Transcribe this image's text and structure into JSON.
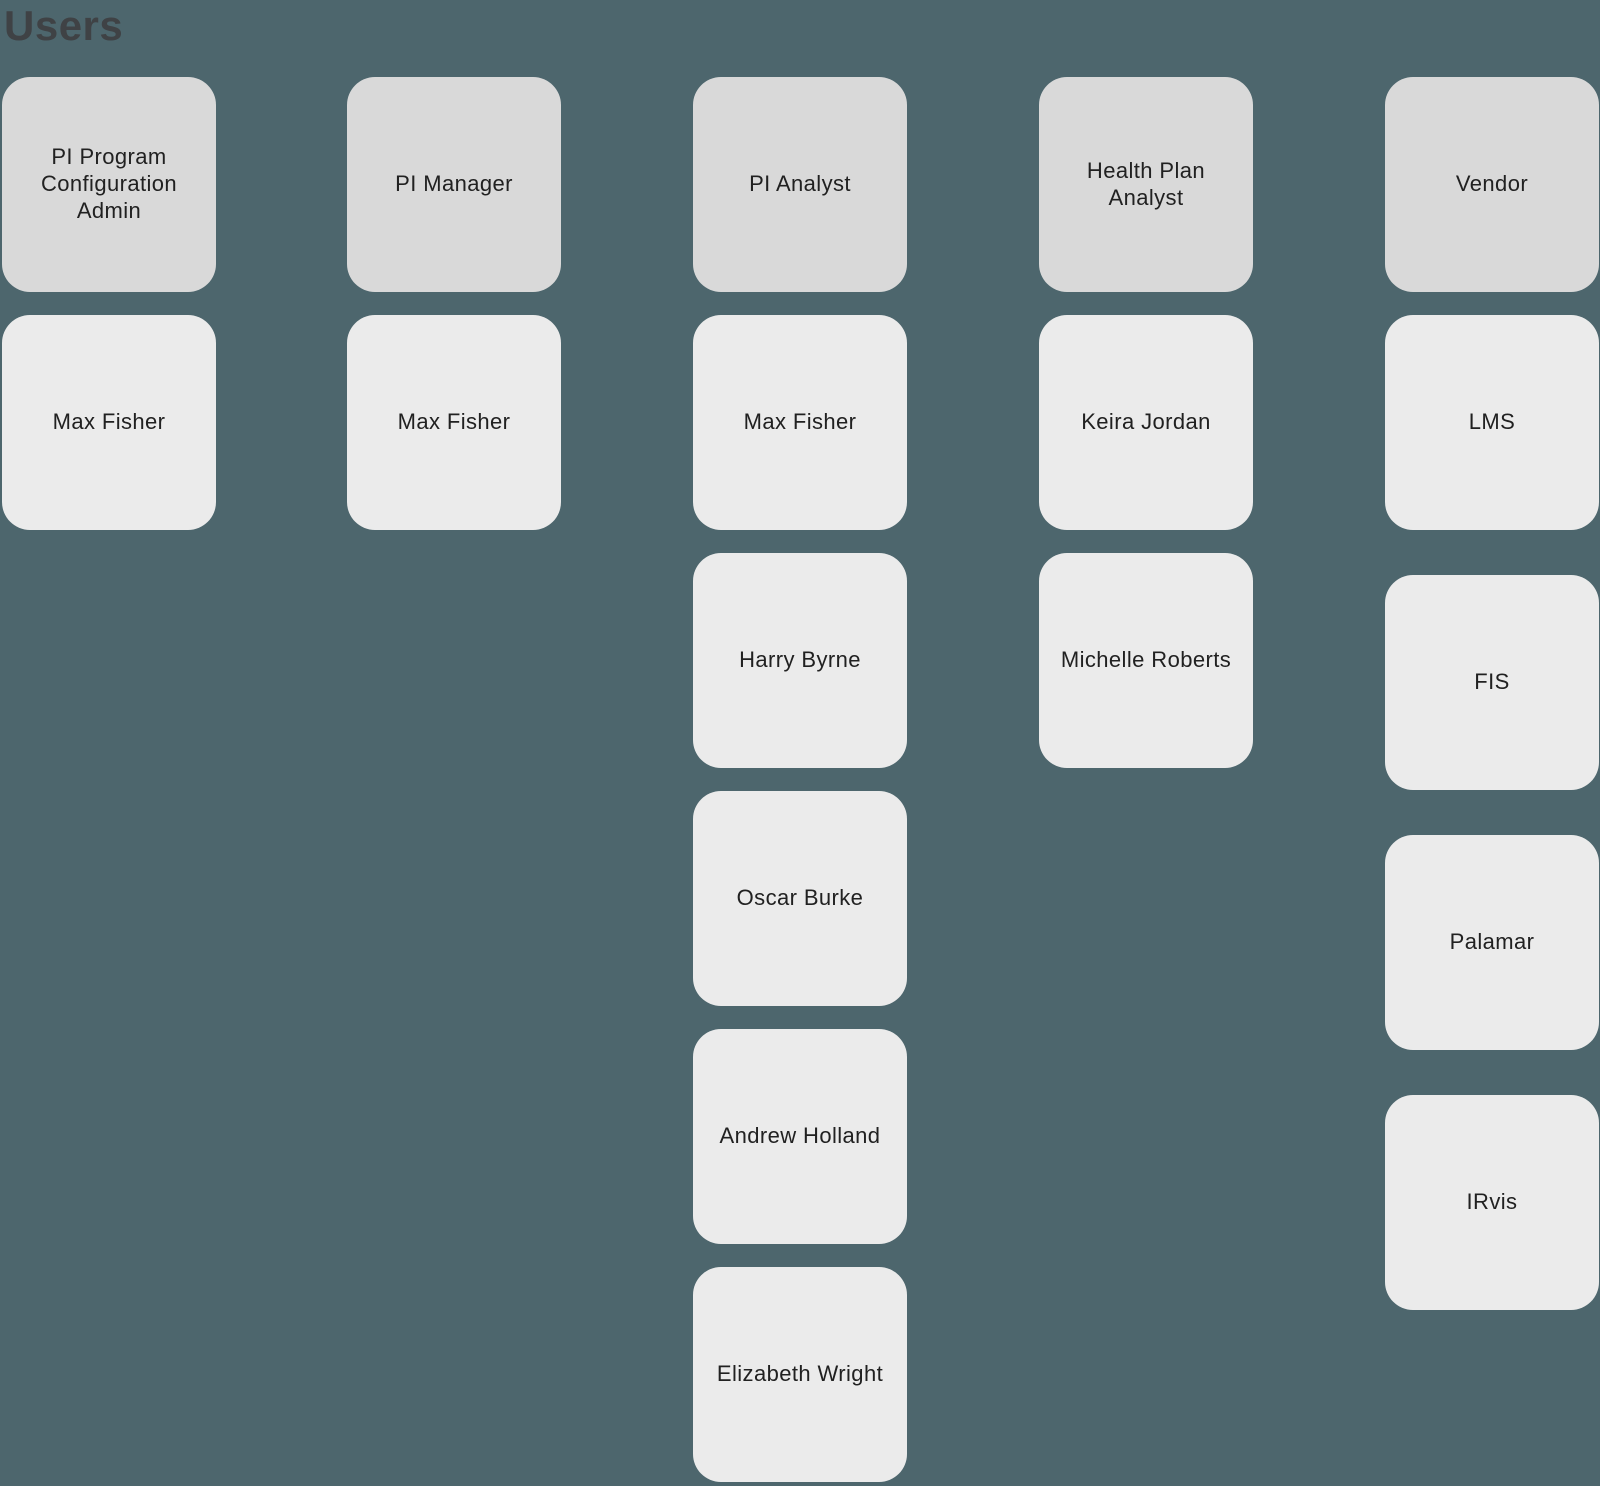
{
  "page": {
    "title": "Users"
  },
  "colors": {
    "bg": "#4d666d",
    "card_header": "#d9d9d9",
    "card_member": "#ebebeb",
    "card_text": "#212121",
    "title_text": "#3f4245"
  },
  "columns": [
    {
      "id": "pi-program-configuration-admin",
      "header": "PI Program Configuration Admin",
      "members": [
        "Max Fisher"
      ]
    },
    {
      "id": "pi-manager",
      "header": "PI Manager",
      "members": [
        "Max Fisher"
      ]
    },
    {
      "id": "pi-analyst",
      "header": "PI Analyst",
      "members": [
        "Max Fisher",
        "Harry Byrne",
        "Oscar Burke",
        "Andrew Holland",
        "Elizabeth Wright"
      ]
    },
    {
      "id": "health-plan-analyst",
      "header": "Health Plan Analyst",
      "members": [
        "Keira Jordan",
        "Michelle Roberts"
      ]
    },
    {
      "id": "vendor",
      "header": "Vendor",
      "members": [
        "LMS",
        "FIS",
        "Palamar",
        "IRvis"
      ]
    }
  ]
}
